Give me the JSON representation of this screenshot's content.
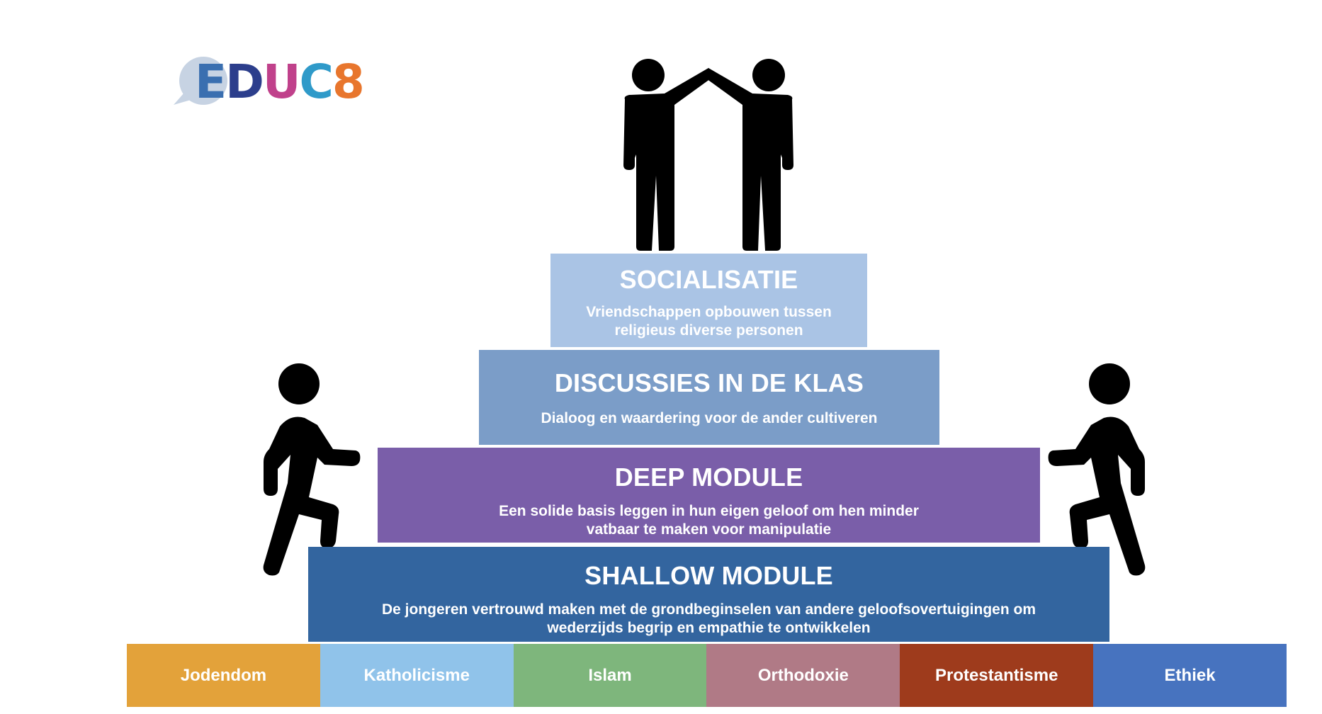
{
  "logo": {
    "letters": [
      "E",
      "D",
      "U",
      "C",
      "8"
    ],
    "colors": [
      "#3a6fb0",
      "#2c3e8c",
      "#c0418b",
      "#2f9ac9",
      "#e8762d"
    ]
  },
  "tiers": [
    {
      "title": "SOCIALISATIE",
      "description": "Vriendschappen opbouwen tussen religieus diverse personen",
      "color": "#aac4e5"
    },
    {
      "title": "DISCUSSIES IN DE KLAS",
      "description": "Dialoog en waardering voor de ander cultiveren",
      "color": "#7b9dc8"
    },
    {
      "title": "DEEP MODULE",
      "description": "Een solide basis leggen in hun eigen geloof om hen minder vatbaar te maken voor manipulatie",
      "color": "#7a5ea9"
    },
    {
      "title": "SHALLOW MODULE",
      "description": "De jongeren vertrouwd maken met de grondbeginselen van andere geloofsovertuigingen om wederzijds begrip en empathie te ontwikkelen",
      "color": "#33659f"
    }
  ],
  "religions": [
    {
      "label": "Jodendom",
      "color": "#e3a23a"
    },
    {
      "label": "Katholicisme",
      "color": "#90c3ea"
    },
    {
      "label": "Islam",
      "color": "#7eb67c"
    },
    {
      "label": "Orthodoxie",
      "color": "#b07a86"
    },
    {
      "label": "Protestantisme",
      "color": "#9e3b1c"
    },
    {
      "label": "Ethiek",
      "color": "#4773bf"
    }
  ],
  "icons": {
    "top": "two-people-holding-hands-icon",
    "left": "person-climbing-stairs-icon",
    "right": "person-climbing-stairs-icon"
  }
}
